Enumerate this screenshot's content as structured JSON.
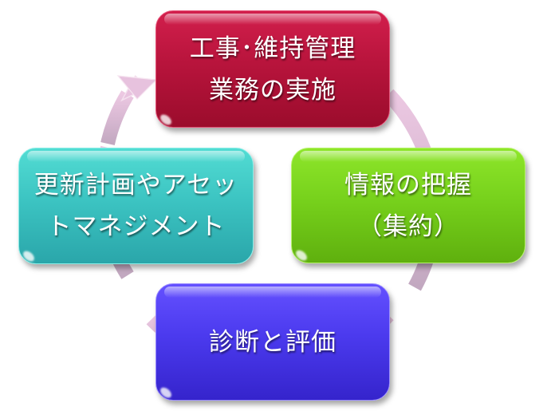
{
  "diagram": {
    "type": "cycle",
    "direction": "clockwise",
    "nodes": [
      {
        "id": "execution",
        "position": "top",
        "lines": [
          "工事･維持管理",
          "業務の実施"
        ],
        "color": "#b8143c"
      },
      {
        "id": "information",
        "position": "right",
        "lines": [
          "情報の把握",
          "（集約）"
        ],
        "color": "#77d11c"
      },
      {
        "id": "diagnosis",
        "position": "bottom",
        "lines": [
          "診断と評価"
        ],
        "color": "#4b3aee"
      },
      {
        "id": "planning",
        "position": "left",
        "lines": [
          "更新計画やアセッ",
          "トマネジメント"
        ],
        "color": "#3cc4c2"
      }
    ],
    "connector": {
      "shape": "circular-arrow",
      "color_top": "#e8c3df",
      "color_bottom": "#c8aec4",
      "arrowhead_at": "top-left, pointing into top node"
    }
  }
}
